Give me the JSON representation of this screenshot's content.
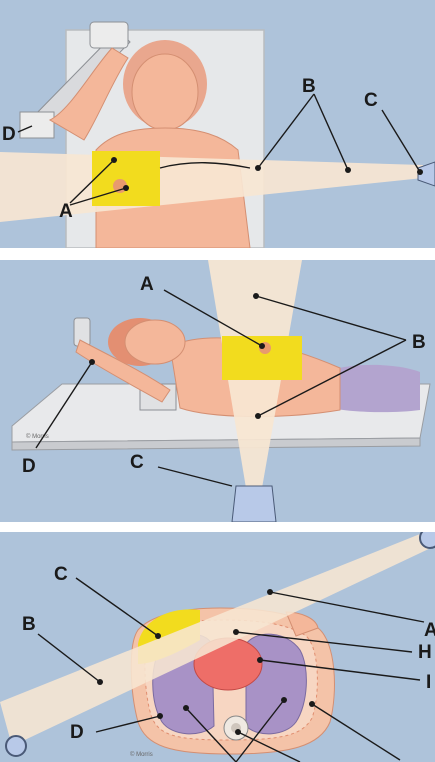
{
  "panel_top": {
    "labels": {
      "a": "A",
      "b": "B",
      "c": "C",
      "d": "D"
    }
  },
  "panel_middle": {
    "labels": {
      "a": "A",
      "b": "B",
      "c": "C",
      "d": "D"
    },
    "credit": "© Morris"
  },
  "panel_bottom": {
    "labels": {
      "a": "A",
      "b": "B",
      "c": "C",
      "d": "D",
      "h": "H",
      "i": "I"
    },
    "credit": "© Morris"
  },
  "colors": {
    "background_blue": "#aec3da",
    "beam": "#f7e6d2",
    "skin": "#f4b79a",
    "target_yellow": "#f2dc1e",
    "lung_purple": "#a892c6",
    "heart_red": "#ee6e68",
    "xray_tube_blue": "#b8c9e8"
  }
}
